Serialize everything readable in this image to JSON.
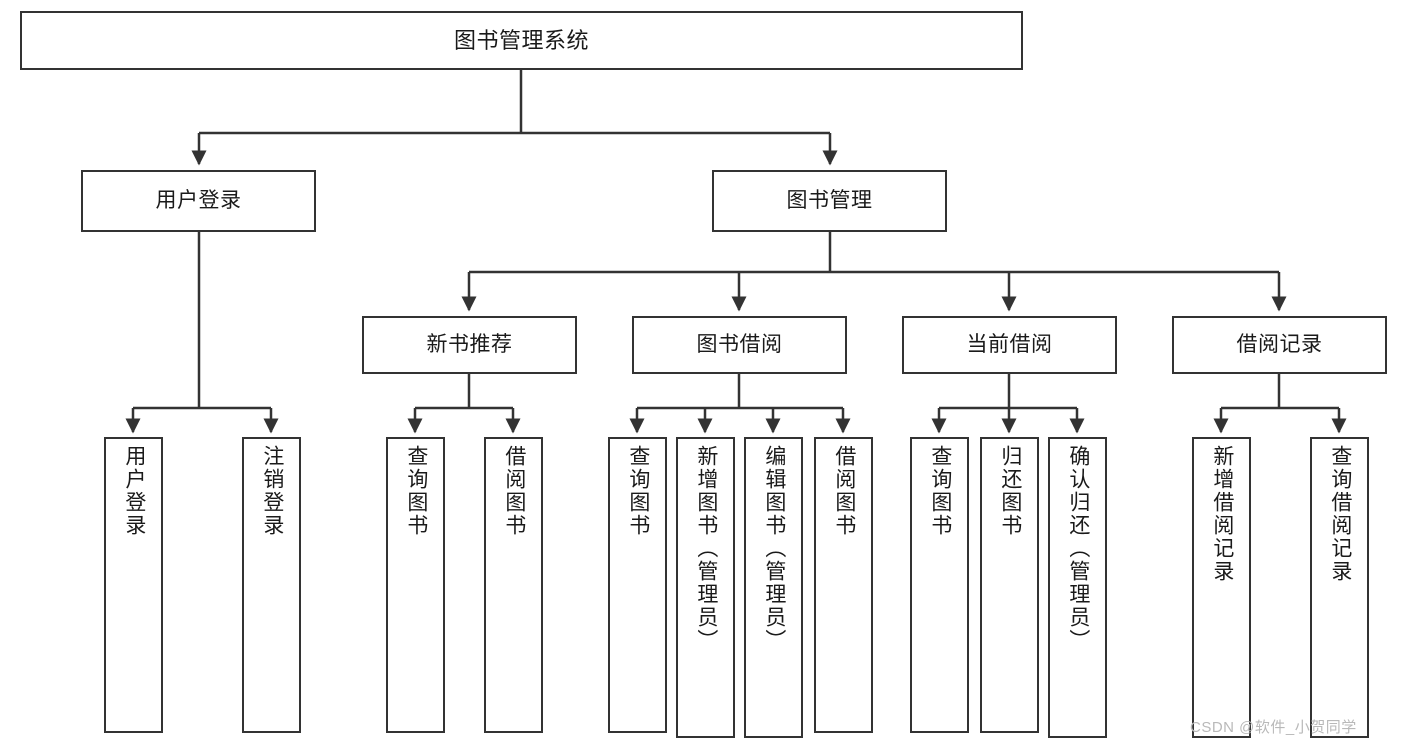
{
  "diagram": {
    "title": "图书管理系统",
    "type": "tree-hierarchy",
    "watermark": "CSDN @软件_小贺同学",
    "colors": {
      "box_border": "#333333",
      "box_fill": "#ffffff",
      "connector": "#333333",
      "text": "#1a1a1a",
      "watermark": "#b9b9b9"
    },
    "nodes": {
      "root": {
        "label": "图书管理系统"
      },
      "level1": [
        {
          "id": "user-login",
          "label": "用户登录"
        },
        {
          "id": "book-management",
          "label": "图书管理"
        }
      ],
      "level2": [
        {
          "id": "new-book-recommend",
          "label": "新书推荐"
        },
        {
          "id": "book-borrow",
          "label": "图书借阅"
        },
        {
          "id": "current-borrow",
          "label": "当前借阅"
        },
        {
          "id": "borrow-record",
          "label": "借阅记录"
        }
      ],
      "leaves": {
        "user_login": [
          {
            "id": "leaf-user-login",
            "label": "用户登录"
          },
          {
            "id": "leaf-logout",
            "label": "注销登录"
          }
        ],
        "new_book_recommend": [
          {
            "id": "leaf-query-book-1",
            "label": "查询图书"
          },
          {
            "id": "leaf-borrow-book-1",
            "label": "借阅图书"
          }
        ],
        "book_borrow": [
          {
            "id": "leaf-query-book-2",
            "label": "查询图书"
          },
          {
            "id": "leaf-add-book",
            "label": "新增图书（管理员）"
          },
          {
            "id": "leaf-edit-book",
            "label": "编辑图书（管理员）"
          },
          {
            "id": "leaf-borrow-book-2",
            "label": "借阅图书"
          }
        ],
        "current_borrow": [
          {
            "id": "leaf-query-book-3",
            "label": "查询图书"
          },
          {
            "id": "leaf-return-book",
            "label": "归还图书"
          },
          {
            "id": "leaf-confirm-return",
            "label": "确认归还（管理员）"
          }
        ],
        "borrow_record": [
          {
            "id": "leaf-add-record",
            "label": "新增借阅记录"
          },
          {
            "id": "leaf-query-record",
            "label": "查询借阅记录"
          }
        ]
      }
    }
  }
}
